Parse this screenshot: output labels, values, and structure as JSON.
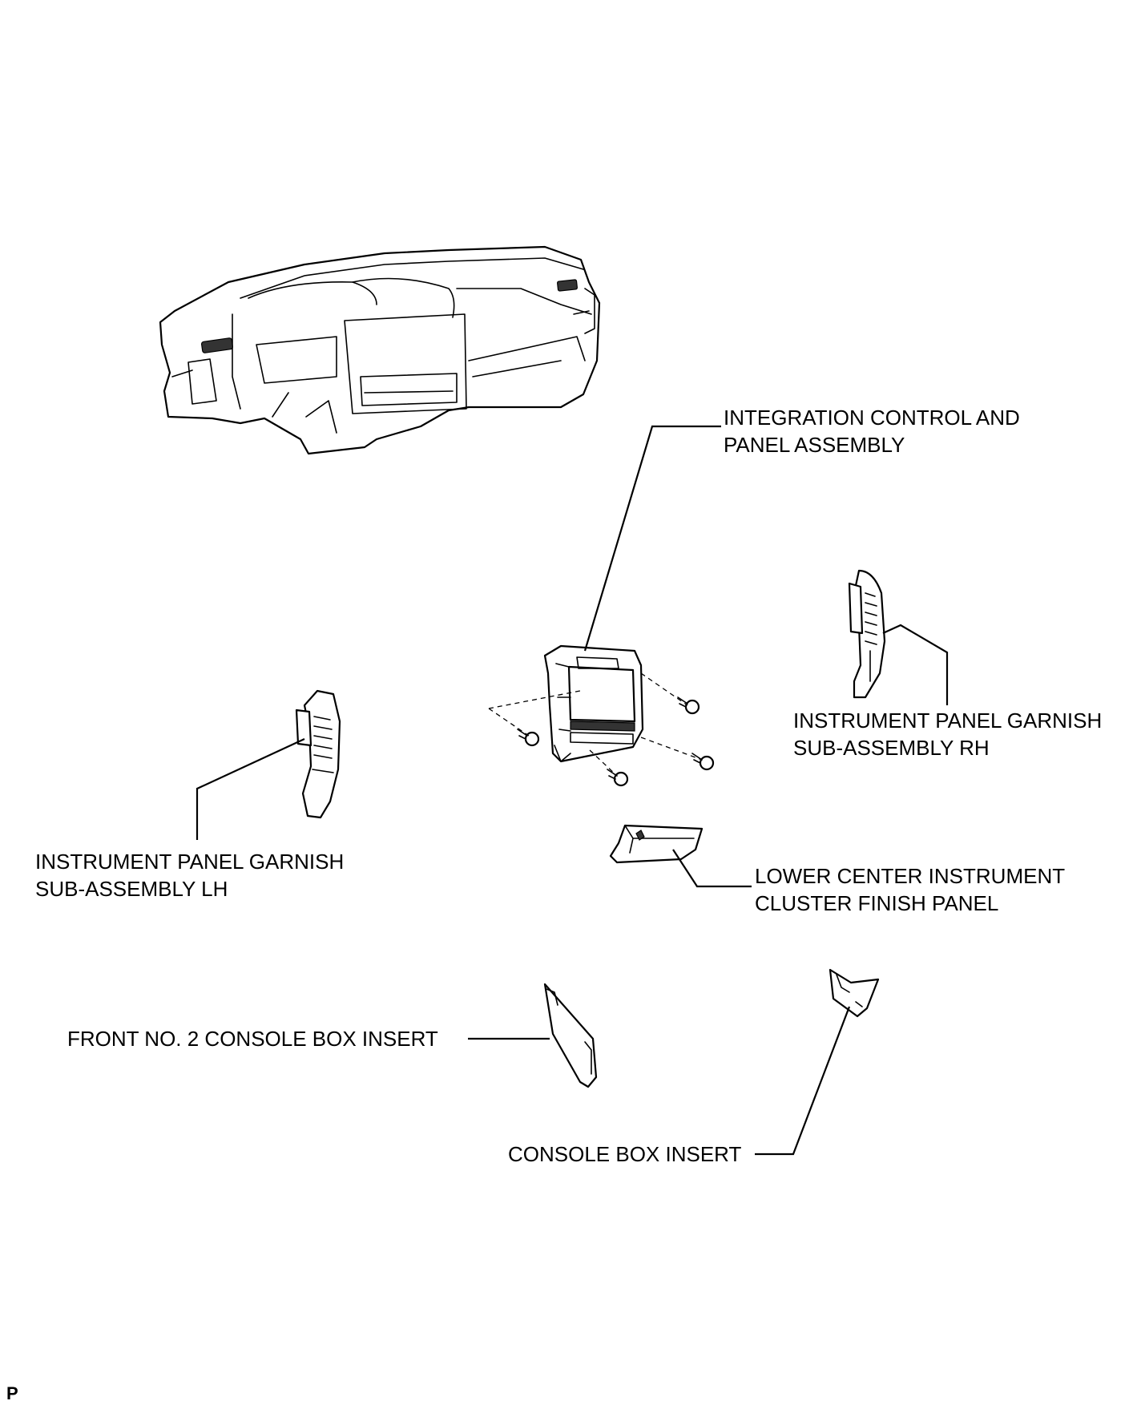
{
  "diagram": {
    "labels": {
      "integration_control": [
        "INTEGRATION CONTROL AND",
        "PANEL ASSEMBLY"
      ],
      "garnish_rh": [
        "INSTRUMENT PANEL GARNISH",
        "SUB-ASSEMBLY RH"
      ],
      "garnish_lh": [
        "INSTRUMENT PANEL GARNISH",
        "SUB-ASSEMBLY LH"
      ],
      "lower_center_panel": [
        "LOWER CENTER INSTRUMENT",
        "CLUSTER FINISH PANEL"
      ],
      "front_no2_console_insert": "FRONT NO. 2 CONSOLE BOX INSERT",
      "console_box_insert": "CONSOLE BOX INSERT"
    },
    "page_code": "P"
  }
}
